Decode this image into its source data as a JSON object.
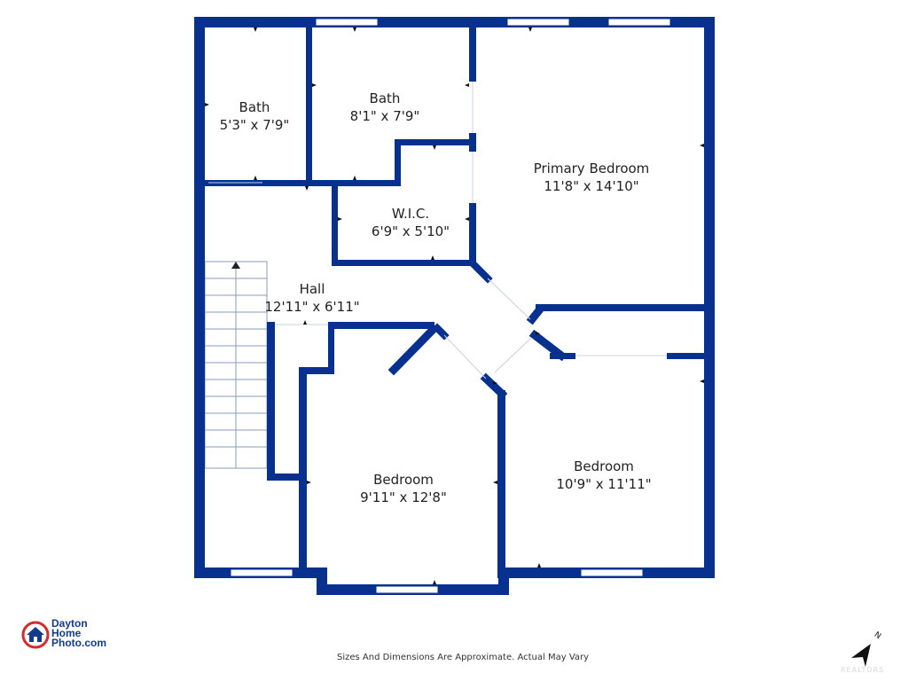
{
  "colors": {
    "wall": "#08308f",
    "window": "#ffffff",
    "stair_line": "#8a9bb7",
    "logo_red": "#d72a2a",
    "logo_blue": "#123a8f"
  },
  "rooms": [
    {
      "id": "bath-1",
      "name": "Bath",
      "dims": "5'3\" x 7'9\""
    },
    {
      "id": "bath-2",
      "name": "Bath",
      "dims": "8'1\" x 7'9\""
    },
    {
      "id": "primary-bedroom",
      "name": "Primary Bedroom",
      "dims": "11'8\" x 14'10\""
    },
    {
      "id": "wic",
      "name": "W.I.C.",
      "dims": "6'9\" x 5'10\""
    },
    {
      "id": "hall",
      "name": "Hall",
      "dims": "12'11\" x 6'11\""
    },
    {
      "id": "bedroom-1",
      "name": "Bedroom",
      "dims": "9'11\" x 12'8\""
    },
    {
      "id": "bedroom-2",
      "name": "Bedroom",
      "dims": "10'9\" x 11'11\""
    }
  ],
  "footer": {
    "note": "Sizes And Dimensions Are Approximate. Actual May Vary"
  },
  "logo": {
    "line1": "Dayton",
    "line2": "Home",
    "line3": "Photo.com"
  },
  "compass": {
    "label": "N",
    "icon": "north-arrow-icon"
  },
  "watermark": {
    "text": "REALTORS"
  }
}
